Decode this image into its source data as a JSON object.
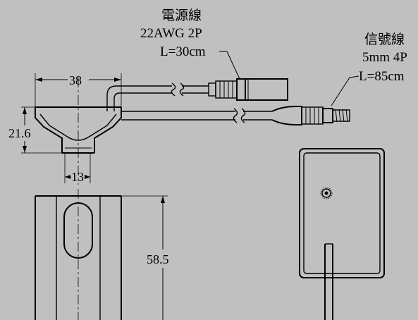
{
  "power_cable": {
    "name": "電源線",
    "spec": "22AWG 2P",
    "length": "L=30cm"
  },
  "signal_cable": {
    "name": "信號線",
    "spec": "5mm 4P",
    "length": "L=85cm"
  },
  "dimensions": {
    "width_top": "38",
    "height_side": "21.6",
    "width_bottom": "13",
    "length_body": "58.5"
  },
  "colors": {
    "background": "#c0c0c0",
    "line": "#000000"
  }
}
